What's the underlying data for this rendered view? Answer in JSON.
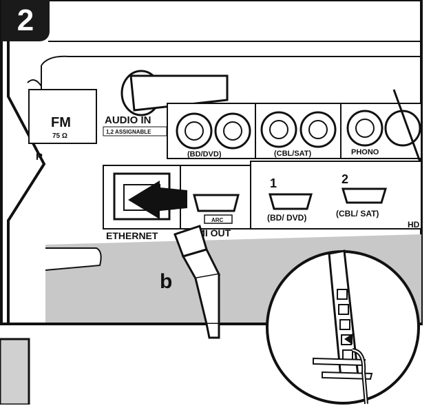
{
  "step": "2",
  "labels": {
    "fm": "FM",
    "fm_ohm": "75 Ω",
    "audio_in": "AUDIO IN",
    "assignable": "1,2 ASSIGNABLE",
    "r": "R",
    "bd_dvd_audio": "(BD/DVD)",
    "cbl_sat_audio": "(CBL/SAT)",
    "phono": "PHONO",
    "ethernet": "ETHERNET",
    "arc": "ARC",
    "hdmi_out": "HDMI OUT",
    "hdmi_in_1": "1",
    "hdmi_in_1_name": "(BD/ DVD)",
    "hdmi_in_2": "2",
    "hdmi_in_2_name": "(CBL/ SAT)",
    "hd": "HD"
  },
  "callout": "b",
  "colors": {
    "panel_gray": "#c8c8c8",
    "black": "#111111"
  }
}
